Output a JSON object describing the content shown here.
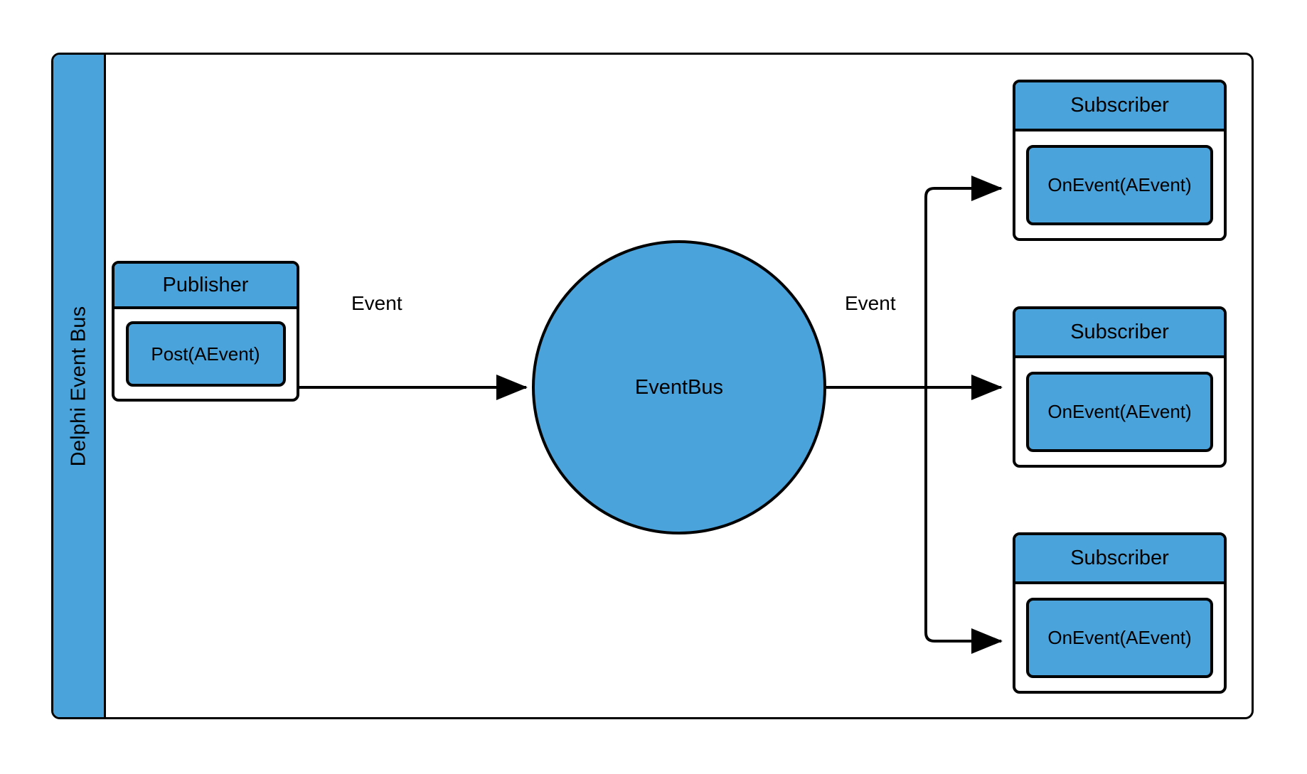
{
  "diagram": {
    "title": "Delphi Event Bus",
    "container_label": "Delphi Event Bus",
    "colors": {
      "node_fill": "#4ba3dc",
      "stroke": "#000000",
      "background": "#ffffff"
    }
  },
  "publisher": {
    "name": "Publisher",
    "method": "Post(AEvent)"
  },
  "eventbus": {
    "name": "EventBus"
  },
  "subscribers": [
    {
      "name": "Subscriber",
      "method": "OnEvent(AEvent)"
    },
    {
      "name": "Subscriber",
      "method": "OnEvent(AEvent)"
    },
    {
      "name": "Subscriber",
      "method": "OnEvent(AEvent)"
    }
  ],
  "edges": {
    "publisher_to_bus_label": "Event",
    "bus_to_subscribers_label": "Event"
  }
}
